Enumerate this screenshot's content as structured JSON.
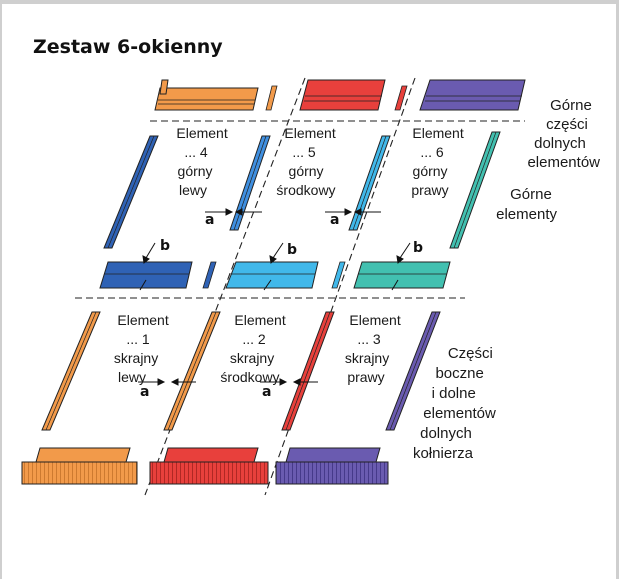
{
  "title": "Zestaw 6-okienny",
  "colors": {
    "orange": "#f29a4a",
    "red": "#e8403c",
    "purple": "#6a5bb0",
    "dark_blue": "#2f62b5",
    "blue": "#3f8fe0",
    "light_blue": "#41b8ea",
    "teal": "#42c0b0"
  },
  "elements": {
    "el4": {
      "lines": [
        "Element",
        "... 4",
        "górny",
        "lewy"
      ]
    },
    "el5": {
      "lines": [
        "Element",
        "... 5",
        "górny",
        "środkowy"
      ]
    },
    "el6": {
      "lines": [
        "Element",
        "... 6",
        "górny",
        "prawy"
      ]
    },
    "el1": {
      "lines": [
        "Element",
        "... 1",
        "skrajny",
        "lewy"
      ]
    },
    "el2": {
      "lines": [
        "Element",
        "... 2",
        "skrajny",
        "środkowy"
      ]
    },
    "el3": {
      "lines": [
        "Element",
        "... 3",
        "skrajny",
        "prawy"
      ]
    }
  },
  "side_labels": {
    "top_lower": [
      "Górne",
      "części",
      "dolnych",
      "elementów"
    ],
    "top_elements": [
      "Górne",
      "elementy"
    ],
    "sides_lower": [
      "Części",
      "boczne",
      "i dolne",
      "elementów",
      "dolnych",
      "kołnierza"
    ]
  },
  "markers": {
    "a": "a",
    "b": "b"
  }
}
